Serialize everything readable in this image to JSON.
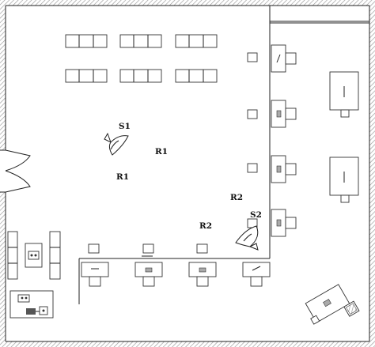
{
  "labels": {
    "s1": "S1",
    "s2": "S2",
    "r1_upper": "R1",
    "r1_lower": "R1",
    "r2_right": "R2",
    "r2_lower": "R2"
  },
  "colors": {
    "line": "#222222",
    "wall_hatch": "#999999",
    "background": "#ffffff",
    "screen_fill": "#aaaaaa"
  }
}
